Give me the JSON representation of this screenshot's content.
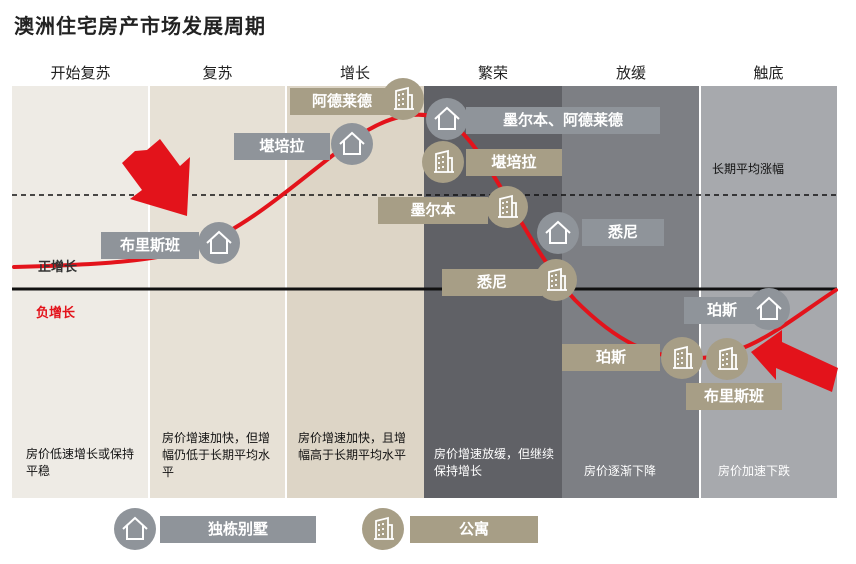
{
  "title": "澳洲住宅房产市场发展周期",
  "phases": [
    {
      "header": "开始复苏",
      "description": "房价低速增长或保持平稳"
    },
    {
      "header": "复苏",
      "description": "房价增速加快，但增幅仍低于长期平均水平"
    },
    {
      "header": "增长",
      "description": "房价增速加快，且增幅高于长期平均水平"
    },
    {
      "header": "繁荣",
      "description": "房价增速放缓，但继续保持增长"
    },
    {
      "header": "放缓",
      "description": "房价逐渐下降"
    },
    {
      "header": "触底",
      "description": "房价加速下跌"
    }
  ],
  "reference_lines": {
    "long_term_avg": "长期平均涨幅",
    "positive": "正增长",
    "negative": "负增长"
  },
  "markers": {
    "brisbane_house": "布里斯班",
    "canberra_house": "堪培拉",
    "adelaide_apt": "阿德莱德",
    "melb_adel_house": "墨尔本、阿德莱德",
    "canberra_apt": "堪培拉",
    "melbourne_apt": "墨尔本",
    "sydney_house": "悉尼",
    "sydney_apt": "悉尼",
    "perth_house": "珀斯",
    "perth_apt": "珀斯",
    "brisbane_apt": "布里斯班"
  },
  "legend": {
    "house": "独栋别墅",
    "apartment": "公寓"
  },
  "colors": {
    "curve": "#e3131b",
    "arrow": "#e3131b",
    "house_icon": "#8f949a",
    "apartment_icon": "#a79e86",
    "negative_text": "#e3131b"
  },
  "icons": {
    "house": "house-icon",
    "apartment": "apartment-building-icon"
  }
}
